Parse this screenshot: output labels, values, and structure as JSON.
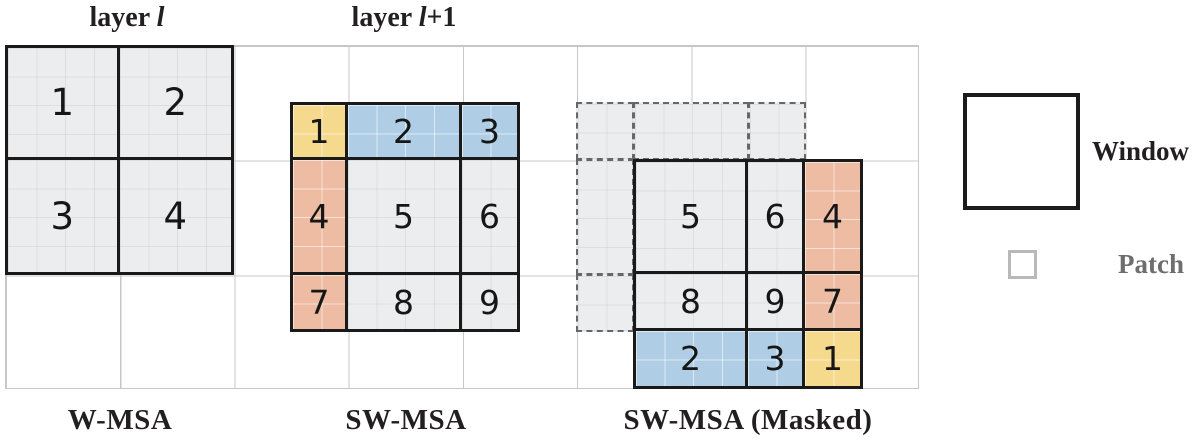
{
  "titles": {
    "layer_l": {
      "prefix": "layer ",
      "variable": "l",
      "suffix": ""
    },
    "layer_l_plus_1": {
      "prefix": "layer ",
      "variable": "l",
      "suffix": "+1"
    }
  },
  "diagrams": {
    "wmsa": {
      "label": "W-MSA",
      "cells": [
        {
          "label": "1",
          "color": "gray"
        },
        {
          "label": "2",
          "color": "gray"
        },
        {
          "label": "3",
          "color": "gray"
        },
        {
          "label": "4",
          "color": "gray"
        }
      ]
    },
    "swmsa": {
      "label": "SW-MSA",
      "cells": [
        {
          "label": "1",
          "color": "yellow"
        },
        {
          "label": "2",
          "color": "blue"
        },
        {
          "label": "3",
          "color": "blue"
        },
        {
          "label": "4",
          "color": "salmon"
        },
        {
          "label": "5",
          "color": "gray"
        },
        {
          "label": "6",
          "color": "gray"
        },
        {
          "label": "7",
          "color": "salmon"
        },
        {
          "label": "8",
          "color": "gray"
        },
        {
          "label": "9",
          "color": "gray"
        }
      ]
    },
    "swmsa_masked": {
      "label": "SW-MSA (Masked)",
      "cells": [
        {
          "label": "5",
          "color": "gray"
        },
        {
          "label": "6",
          "color": "gray"
        },
        {
          "label": "4",
          "color": "salmon"
        },
        {
          "label": "8",
          "color": "gray"
        },
        {
          "label": "9",
          "color": "gray"
        },
        {
          "label": "7",
          "color": "salmon"
        },
        {
          "label": "2",
          "color": "blue"
        },
        {
          "label": "3",
          "color": "blue"
        },
        {
          "label": "1",
          "color": "yellow"
        }
      ]
    }
  },
  "legend": {
    "window_label": "Window",
    "patch_label": "Patch"
  },
  "colors": {
    "cell_gray": "#ECEDEF",
    "cell_yellow": "#F5D98D",
    "cell_blue": "#AFCEE5",
    "cell_salmon": "#EDBCA3",
    "window_border": "#1A1A1A",
    "background_grid_line": "#C7C7C7",
    "dashed_border": "#676767",
    "patch_swatch_border": "#B9B9B9",
    "text_black": "#231F20",
    "text_gray": "#6E6E6E"
  }
}
